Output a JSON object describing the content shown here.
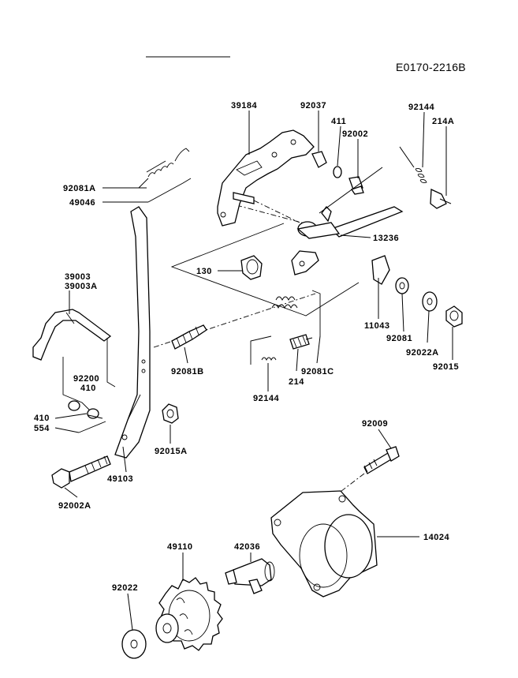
{
  "diagram_code": "E0170-2216B",
  "parts": {
    "p39184": "39184",
    "p92037": "92037",
    "p411": "411",
    "p92002": "92002",
    "p92144_top": "92144",
    "p214A": "214A",
    "p92081A": "92081A",
    "p49046": "49046",
    "p13236": "13236",
    "p130": "130",
    "p39003": "39003",
    "p39003A": "39003A",
    "p11043": "11043",
    "p92081": "92081",
    "p92022A": "92022A",
    "p92015": "92015",
    "p92081B": "92081B",
    "p92081C": "92081C",
    "p214": "214",
    "p92144_bot": "92144",
    "p92200": "92200",
    "p410_a": "410",
    "p410_b": "410",
    "p554": "554",
    "p92015A": "92015A",
    "p49103": "49103",
    "p92002A": "92002A",
    "p92009": "92009",
    "p14024": "14024",
    "p49110": "49110",
    "p42036": "42036",
    "p92022": "92022"
  }
}
